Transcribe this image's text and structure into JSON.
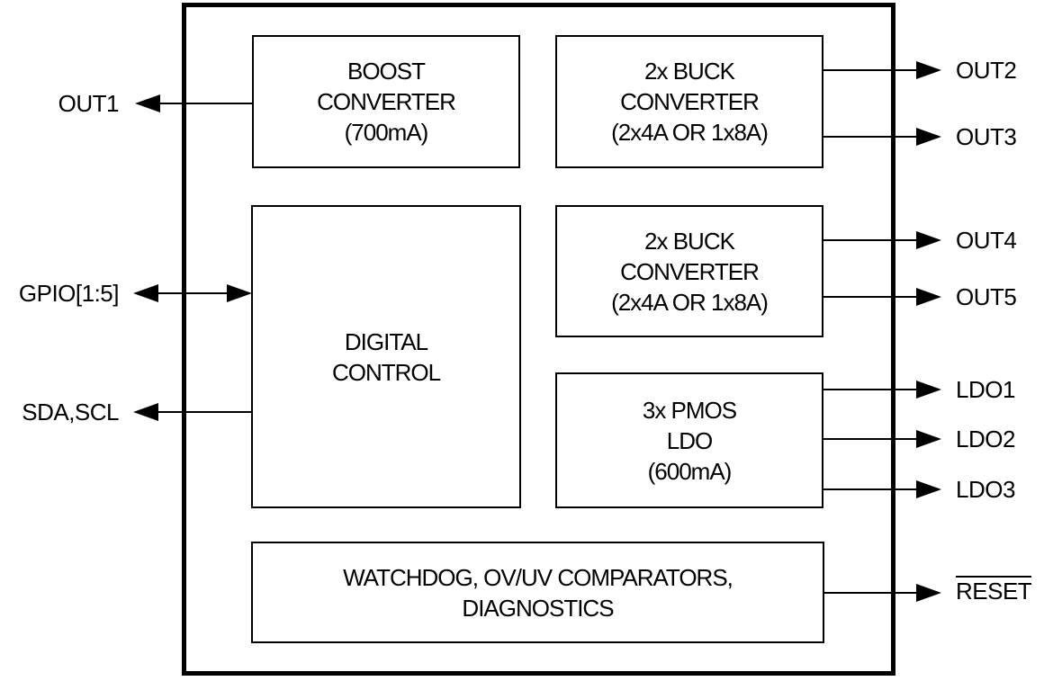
{
  "diagram": {
    "blocks": {
      "boost": {
        "lines": [
          "BOOST",
          "CONVERTER",
          "(700mA)"
        ]
      },
      "buck_top": {
        "lines": [
          "2x BUCK",
          "CONVERTER",
          "(2x4A OR 1x8A)"
        ]
      },
      "digital": {
        "lines": [
          "DIGITAL",
          "CONTROL"
        ]
      },
      "buck_bottom": {
        "lines": [
          "2x BUCK",
          "CONVERTER",
          "(2x4A OR 1x8A)"
        ]
      },
      "ldo": {
        "lines": [
          "3x PMOS",
          "LDO",
          "(600mA)"
        ]
      },
      "watchdog": {
        "lines": [
          "WATCHDOG, OV/UV COMPARATORS,",
          "DIAGNOSTICS"
        ]
      }
    },
    "left_ports": [
      {
        "label": "OUT1",
        "arrow": "out"
      },
      {
        "label": "GPIO[1:5]",
        "arrow": "bidirectional"
      },
      {
        "label": "SDA,SCL",
        "arrow": "out"
      }
    ],
    "right_ports": [
      {
        "label": "OUT2",
        "arrow": "out"
      },
      {
        "label": "OUT3",
        "arrow": "out"
      },
      {
        "label": "OUT4",
        "arrow": "out"
      },
      {
        "label": "OUT5",
        "arrow": "out"
      },
      {
        "label": "LDO1",
        "arrow": "out"
      },
      {
        "label": "LDO2",
        "arrow": "out"
      },
      {
        "label": "LDO3",
        "arrow": "out"
      },
      {
        "label": "RESET",
        "arrow": "out",
        "overline": true
      }
    ],
    "colors": {
      "line": "#000000",
      "background": "#ffffff",
      "text": "#000000"
    }
  }
}
